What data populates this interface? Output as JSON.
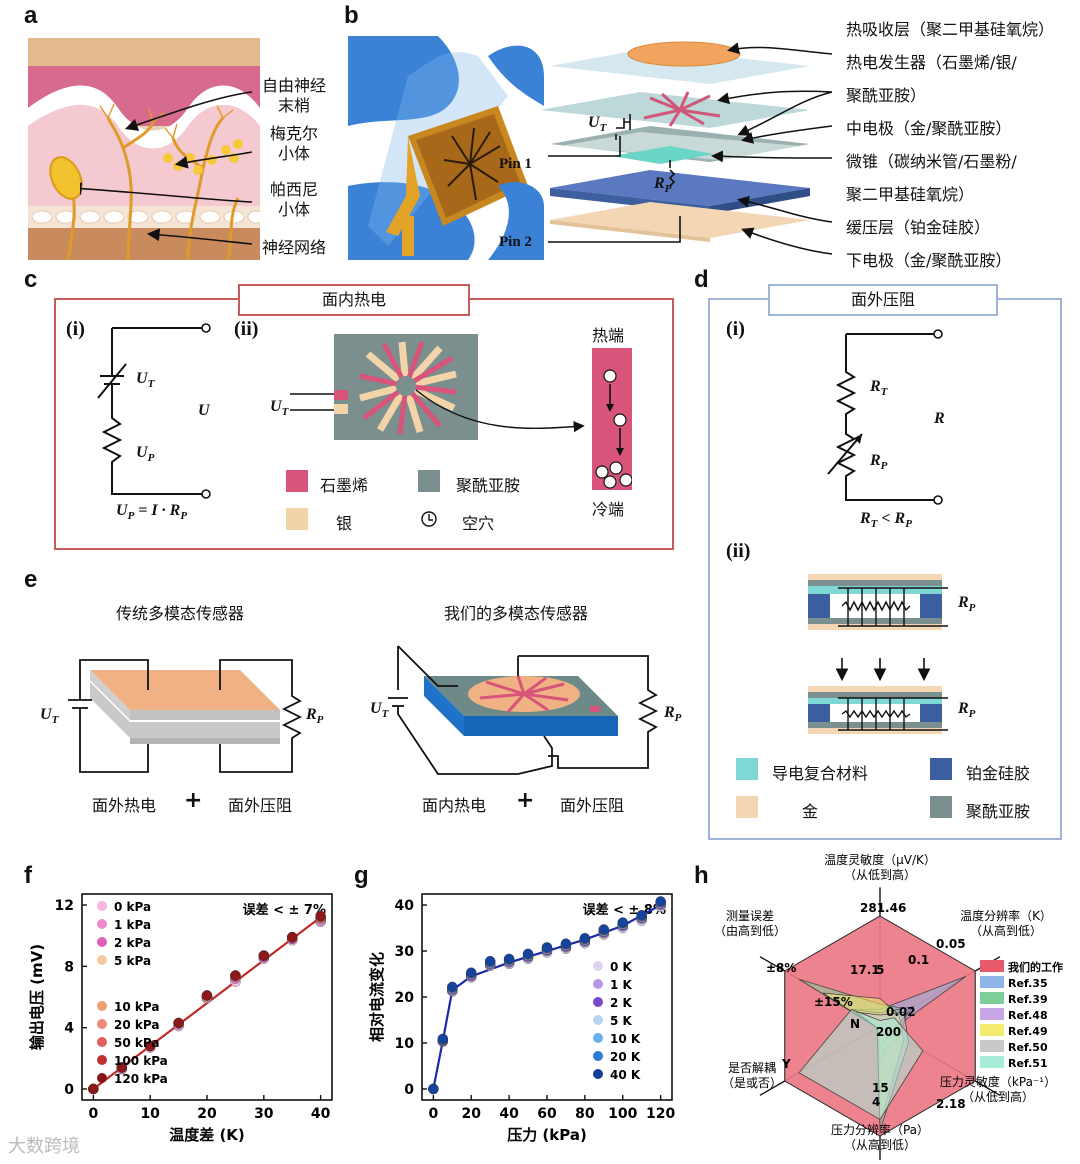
{
  "panels": {
    "a": {
      "letter": "a",
      "labels": [
        "自由神经\n末梢",
        "梅克尔\n小体",
        "帕西尼\n小体",
        "神经网络"
      ]
    },
    "b": {
      "letter": "b",
      "pin1": "Pin 1",
      "pin2": "Pin 2",
      "ut": "U",
      "ut_sub": "T",
      "rp": "R",
      "rp_sub": "P",
      "layers": [
        "热吸收层（聚二甲基硅氧烷）",
        "热电发生器（石墨烯/银/",
        "聚酰亚胺）",
        "中电极（金/聚酰亚胺）",
        "微锥（碳纳米管/石墨粉/",
        "聚二甲基硅氧烷）",
        "缓压层（铂金硅胶）",
        "下电极（金/聚酰亚胺）"
      ]
    },
    "c": {
      "letter": "c",
      "title": "面内热电",
      "sub_i": "(i)",
      "sub_ii": "(ii)",
      "ut": "U",
      "ut_sub": "T",
      "up": "U",
      "up_sub": "P",
      "u": "U",
      "formula": "U",
      "formula_sub": "P",
      "formula_rest": " = I · R",
      "formula_sub2": "P",
      "hot_end": "热端",
      "cold_end": "冷端",
      "legend": [
        "石墨烯",
        "聚酰亚胺",
        "银",
        "空穴"
      ]
    },
    "d": {
      "letter": "d",
      "title": "面外压阻",
      "sub_i": "(i)",
      "sub_ii": "(ii)",
      "rt": "R",
      "rt_sub": "T",
      "rp": "R",
      "rp_sub": "P",
      "r": "R",
      "ineq": "R",
      "ineq_sub": "T",
      "ineq_mid": " < R",
      "ineq_sub2": "P",
      "legend": [
        "导电复合材料",
        "铂金硅胶",
        "金",
        "聚酰亚胺"
      ]
    },
    "e": {
      "letter": "e",
      "left_title": "传统多模态传感器",
      "right_title": "我们的多模态传感器",
      "left_caption": [
        "面外热电",
        "+",
        "面外压阻"
      ],
      "right_caption": [
        "面内热电",
        "+",
        "面外压阻"
      ],
      "ut": "U",
      "ut_sub": "T",
      "rp": "R",
      "rp_sub": "P"
    },
    "h": {
      "letter": "h",
      "axes": [
        {
          "name": "温度灵敏度（μV/K）",
          "dir": "（从低到高）",
          "outer": "281.46",
          "inner": "17.1",
          "inner2": "5"
        },
        {
          "name": "温度分辨率（K）",
          "dir": "（从高到低）",
          "outer": "0.05",
          "inner": "0.1"
        },
        {
          "name": "压力灵敏度（kPa⁻¹）",
          "dir": "（从低到高）",
          "outer": "2.18",
          "inner": "0.02"
        },
        {
          "name": "压力分辨率（Pa）",
          "dir": "（从高到低）",
          "outer": "4",
          "inner": "15"
        },
        {
          "name": "是否解耦",
          "dir": "（是或否）",
          "outer": "Y",
          "inner": "N"
        },
        {
          "name": "测量误差",
          "dir": "（由高到低）",
          "outer": "±8%",
          "inner": "±15%"
        }
      ],
      "center_label": "200",
      "legend": [
        "我们的工作",
        "Ref.35",
        "Ref.39",
        "Ref.48",
        "Ref.49",
        "Ref.50",
        "Ref.51"
      ],
      "colors": [
        "#e8596b",
        "#8fb4e8",
        "#7fcf9b",
        "#c7a6e6",
        "#f3ec6e",
        "#c9c9c9",
        "#a6ecd8"
      ]
    }
  },
  "chart_data": [
    {
      "id": "f",
      "letter": "f",
      "type": "scatter",
      "xlabel": "温度差 (K)",
      "ylabel": "输出电压 (mV)",
      "annotation": "误差 < ± 7%",
      "xlim": [
        0,
        40
      ],
      "ylim": [
        0,
        12
      ],
      "xticks": [
        0,
        10,
        20,
        30,
        40
      ],
      "yticks": [
        0,
        4,
        8,
        12
      ],
      "x": [
        0,
        5,
        10,
        15,
        20,
        25,
        30,
        35,
        40
      ],
      "fit": [
        [
          0,
          0
        ],
        [
          40,
          11.2
        ]
      ],
      "series": [
        {
          "name": "0 kPa",
          "color": "#f7b6e0",
          "values": [
            0,
            1.3,
            2.7,
            4.1,
            5.9,
            7.0,
            8.5,
            9.7,
            10.9
          ]
        },
        {
          "name": "1 kPa",
          "color": "#f08ad0",
          "values": [
            0,
            1.3,
            2.8,
            4.2,
            6.0,
            7.2,
            8.6,
            9.8,
            11.0
          ]
        },
        {
          "name": "2 kPa",
          "color": "#e060b8",
          "values": [
            0,
            1.4,
            2.8,
            4.3,
            6.0,
            7.3,
            8.6,
            9.8,
            11.1
          ]
        },
        {
          "name": "5 kPa",
          "color": "#f6c9a0",
          "values": [
            0,
            1.4,
            2.8,
            4.3,
            6.0,
            7.4,
            8.7,
            9.9,
            11.1
          ]
        },
        {
          "name": "10 kPa",
          "color": "#f0a070",
          "values": [
            0,
            1.4,
            2.8,
            4.3,
            6.0,
            7.4,
            8.7,
            9.9,
            11.2
          ]
        },
        {
          "name": "20 kPa",
          "color": "#ee8a7a",
          "values": [
            0,
            1.4,
            2.8,
            4.3,
            6.1,
            7.4,
            8.7,
            9.9,
            11.2
          ]
        },
        {
          "name": "50 kPa",
          "color": "#e06060",
          "values": [
            0,
            1.4,
            2.8,
            4.3,
            6.1,
            7.4,
            8.7,
            9.9,
            11.2
          ]
        },
        {
          "name": "100 kPa",
          "color": "#c03030",
          "values": [
            0,
            1.4,
            2.8,
            4.3,
            6.1,
            7.4,
            8.7,
            9.9,
            11.2
          ]
        },
        {
          "name": "120 kPa",
          "color": "#8a1414",
          "values": [
            0,
            1.4,
            2.8,
            4.3,
            6.1,
            7.4,
            8.7,
            9.9,
            11.3
          ]
        }
      ]
    },
    {
      "id": "g",
      "letter": "g",
      "type": "scatter",
      "xlabel": "压力 (kPa)",
      "ylabel": "相对电流变化",
      "annotation": "误差 < ± 8%",
      "xlim": [
        0,
        120
      ],
      "ylim": [
        0,
        40
      ],
      "xticks": [
        0,
        20,
        40,
        60,
        80,
        100,
        120
      ],
      "yticks": [
        0,
        10,
        20,
        30,
        40
      ],
      "x": [
        0,
        5,
        10,
        20,
        30,
        40,
        50,
        60,
        70,
        80,
        90,
        100,
        110,
        120
      ],
      "fit": [
        [
          0,
          0
        ],
        [
          5,
          10.5
        ],
        [
          10,
          21.5
        ],
        [
          20,
          24.5
        ],
        [
          40,
          27.5
        ],
        [
          60,
          30
        ],
        [
          80,
          32.5
        ],
        [
          100,
          35.5
        ],
        [
          120,
          40
        ]
      ],
      "series": [
        {
          "name": "0 K",
          "color": "#ddd2f2",
          "values": [
            0,
            10.3,
            21.2,
            24.3,
            26.8,
            27.2,
            28.3,
            29.7,
            30.5,
            31.7,
            33.6,
            35.0,
            36.6,
            39.6
          ]
        },
        {
          "name": "1 K",
          "color": "#b898e6",
          "values": [
            0,
            10.4,
            21.4,
            24.5,
            27.0,
            27.5,
            28.6,
            30.0,
            30.8,
            32.0,
            33.9,
            35.4,
            37.0,
            40.0
          ]
        },
        {
          "name": "2 K",
          "color": "#7a48c8",
          "values": [
            0,
            10.5,
            21.6,
            24.7,
            27.2,
            27.7,
            28.8,
            30.2,
            31.0,
            32.2,
            34.1,
            35.6,
            37.2,
            40.2
          ]
        },
        {
          "name": "5 K",
          "color": "#b6d6f4",
          "values": [
            0,
            10.6,
            21.8,
            24.9,
            27.4,
            27.9,
            29.0,
            30.4,
            31.2,
            32.4,
            34.3,
            35.8,
            37.4,
            40.4
          ]
        },
        {
          "name": "10 K",
          "color": "#6ab0ee",
          "values": [
            0,
            10.7,
            22.0,
            25.1,
            27.6,
            28.1,
            29.2,
            30.6,
            31.4,
            32.6,
            34.5,
            36.0,
            37.6,
            40.6
          ]
        },
        {
          "name": "20 K",
          "color": "#2b7ad6",
          "values": [
            0,
            10.8,
            22.1,
            25.2,
            27.7,
            28.2,
            29.3,
            30.7,
            31.5,
            32.7,
            34.6,
            36.1,
            37.7,
            40.7
          ]
        },
        {
          "name": "40 K",
          "color": "#123e98",
          "values": [
            0,
            10.9,
            22.2,
            25.3,
            27.8,
            28.3,
            29.4,
            30.8,
            31.6,
            32.8,
            34.7,
            36.2,
            37.8,
            40.8
          ]
        }
      ]
    },
    {
      "id": "h",
      "type": "radar",
      "axes": [
        "温度灵敏度",
        "温度分辨率",
        "压力灵敏度",
        "压力分辨率",
        "是否解耦",
        "测量误差"
      ],
      "series": [
        {
          "name": "我们的工作",
          "values": [
            1.0,
            1.0,
            1.0,
            1.0,
            1.0,
            1.0
          ]
        },
        {
          "name": "Ref.35",
          "values": [
            0.15,
            0.9,
            0.1,
            0.35,
            0.0,
            0.3
          ]
        },
        {
          "name": "Ref.39",
          "values": [
            0.2,
            0.3,
            0.2,
            0.25,
            0.0,
            0.85
          ]
        },
        {
          "name": "Ref.48",
          "values": [
            0.12,
            0.35,
            0.12,
            0.2,
            0.0,
            0.3
          ]
        },
        {
          "name": "Ref.49",
          "values": [
            0.25,
            0.2,
            0.25,
            0.9,
            0.0,
            0.6
          ]
        },
        {
          "name": "Ref.50",
          "values": [
            0.1,
            0.25,
            0.3,
            0.95,
            0.0,
            0.25
          ]
        },
        {
          "name": "Ref.51",
          "values": [
            0.05,
            0.15,
            0.45,
            0.85,
            0.85,
            0.3
          ]
        }
      ]
    }
  ],
  "watermark": "大数跨境"
}
